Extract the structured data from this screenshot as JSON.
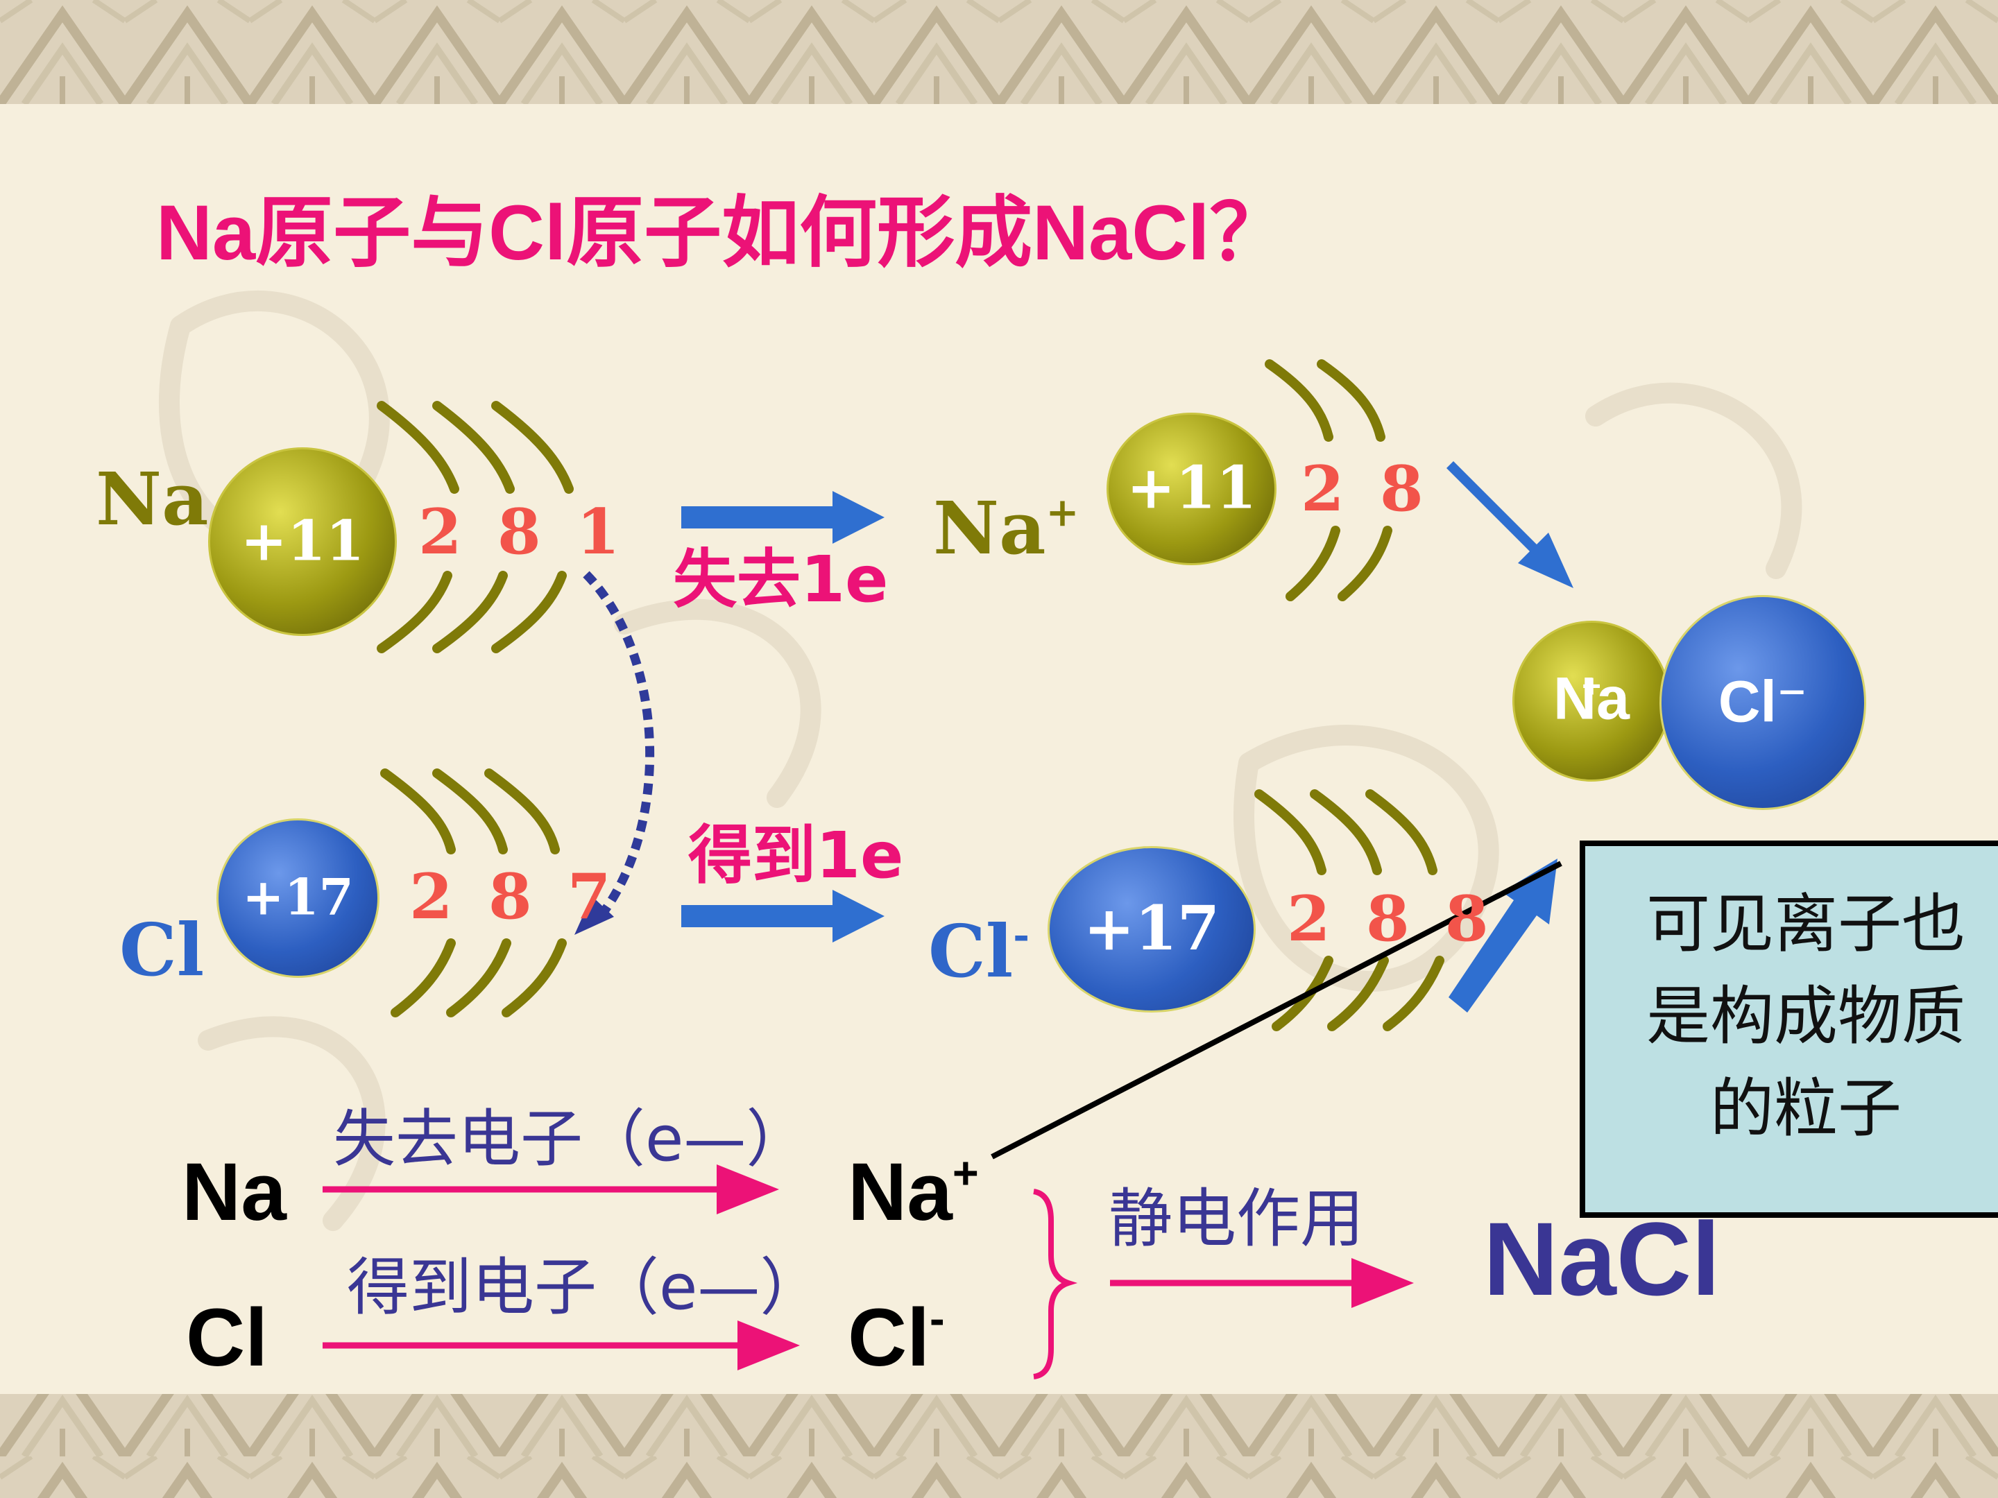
{
  "title": "Na原子与Cl原子如何形成NaCl？",
  "colors": {
    "title": "#ec1277",
    "shell": "#7f7a08",
    "electron": "#f2544a",
    "blue_arrow": "#2f6fd0",
    "dotted_arrow": "#2f3a9a",
    "na_label": "#7f7a08",
    "cl_label": "#2f66c9",
    "na_ball": "#9a9710",
    "cl_ball": "#2d5fc1",
    "pink": "#ec1277",
    "indigo": "#3a3694"
  },
  "atoms": {
    "na": {
      "symbol": "Na",
      "nucleus": "+11",
      "electrons": "2 8 1"
    },
    "cl": {
      "symbol": "Cl",
      "nucleus": "+17",
      "electrons": "2 8 7"
    }
  },
  "ions": {
    "na_plus": {
      "symbol": "Na",
      "charge": "+",
      "nucleus": "+11",
      "electrons": "2 8"
    },
    "cl_minus": {
      "symbol": "Cl",
      "charge": "-",
      "nucleus": "+17",
      "electrons": "2 8 8"
    }
  },
  "transfer": {
    "lose": "失去1e",
    "gain": "得到1e"
  },
  "compound": {
    "na_label": "Na",
    "na_charge": "+",
    "cl_label": "Cl⁻"
  },
  "note": {
    "lines": [
      "可见离子也",
      "是构成物质",
      "的粒子"
    ]
  },
  "equation": {
    "na": "Na",
    "cl": "Cl",
    "lose": "失去电子（e—）",
    "gain": "得到电子（e—）",
    "na_ion": "Na",
    "na_ion_charge": "+",
    "cl_ion": "Cl",
    "cl_ion_charge": "-",
    "force": "静电作用",
    "product": "NaCl"
  }
}
